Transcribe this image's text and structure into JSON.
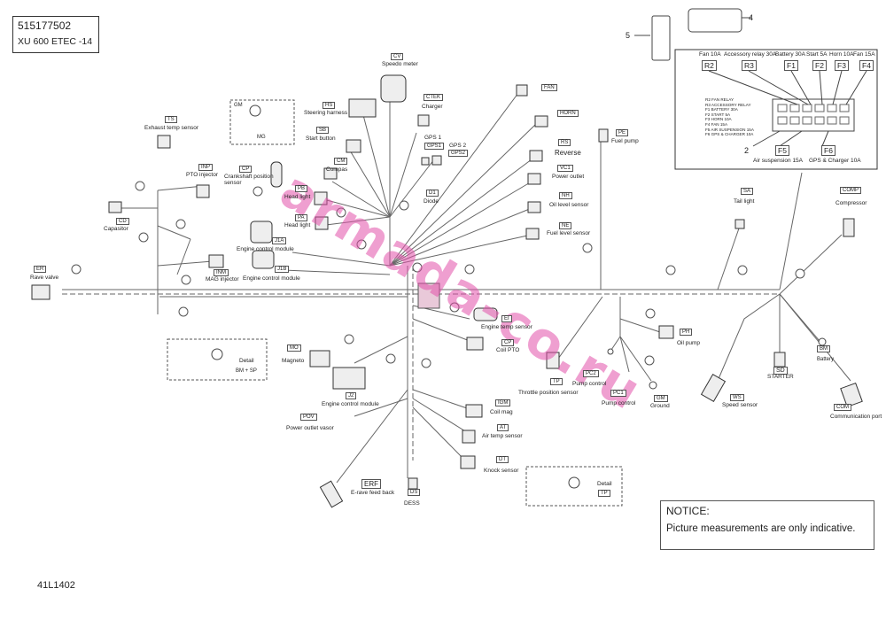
{
  "header": {
    "part_number": "515177502",
    "model": "XU 600 ETEC -14"
  },
  "footer_code": "41L1402",
  "watermark": "armada-co.ru",
  "callouts": {
    "c4": "4",
    "c5": "5",
    "c2": "2"
  },
  "fuse_box": {
    "top_labels": [
      "Fan 10A",
      "Accessory relay 30A",
      "Battery 30A",
      "Start 5A",
      "Horn 10A",
      "Fan 15A"
    ],
    "slot_codes": [
      "R2",
      "R3",
      "F1",
      "F2",
      "F3",
      "F4"
    ],
    "legend": [
      "R2 FAN RELAY",
      "R3 ACCESSORY RELAY",
      "F1 BATTERY 30A",
      "F2 START 5A",
      "F3 HORN 10A",
      "F4 FAN 15A",
      "F5 AIR SUSPENSION 15A",
      "F6 GPS & CHARGER 10A"
    ],
    "bottom_codes": [
      "F5",
      "F6"
    ],
    "bottom_labels": [
      "Air suspension 15A",
      "GPS & Charger 10A"
    ]
  },
  "components": {
    "ts": {
      "code": "TS",
      "label": "Exhaust temp sensor"
    },
    "inp": {
      "code": "INP",
      "label": "PTO injector"
    },
    "cd": {
      "code": "CD",
      "label": "Capasitor"
    },
    "cp": {
      "code": "CP",
      "label": "Crankshaft position sensor"
    },
    "er": {
      "code": "ER",
      "label": "Rave valve"
    },
    "inm": {
      "code": "INM",
      "label": "MAG injector"
    },
    "j1a": {
      "code": "J1A",
      "label": "Engine control module"
    },
    "j1b": {
      "code": "J1B",
      "label": "Engine control module"
    },
    "pb": {
      "code": "PB",
      "label": "Head light"
    },
    "pa": {
      "code": "PA",
      "label": "Head light"
    },
    "cm": {
      "code": "CM",
      "label": "Compas"
    },
    "sb": {
      "code": "SB",
      "label": "Start button"
    },
    "hs": {
      "code": "HS",
      "label": "Steering harness"
    },
    "cv": {
      "code": "CV",
      "label": "Speedo meter"
    },
    "ctek": {
      "code": "CTEK",
      "label": "Charger"
    },
    "gps1": {
      "code": "GPS1",
      "label": "GPS 1"
    },
    "gps2": {
      "code": "GPS2",
      "label": "GPS 2"
    },
    "fan": {
      "code": "FAN",
      "label": ""
    },
    "horn": {
      "code": "HORN",
      "label": ""
    },
    "rs": {
      "code": "RS",
      "label": "Reverse"
    },
    "vc1": {
      "code": "VC1",
      "label": "Power outlet"
    },
    "nh": {
      "code": "NH",
      "label": "Oil level sensor"
    },
    "ne": {
      "code": "NE",
      "label": "Fuel level sensor"
    },
    "d1": {
      "code": "D1",
      "label": "Diode"
    },
    "pe": {
      "code": "PE",
      "label": "Fuel pump"
    },
    "sa": {
      "code": "SA",
      "label": "Tail light"
    },
    "comp": {
      "code": "COMP",
      "label": "Compressor"
    },
    "ei": {
      "code": "EI",
      "label": "Engine temp sensor"
    },
    "cp2": {
      "code": "CP",
      "label": "Coil PTO"
    },
    "mo": {
      "code": "MO",
      "label": "Magneto"
    },
    "j2": {
      "code": "J2",
      "label": "Engine control module"
    },
    "pov": {
      "code": "POV",
      "label": "Power outlet vasor"
    },
    "erf": {
      "code": "ERF",
      "label": "E-rave feed back"
    },
    "ds": {
      "code": "DS",
      "label": "DESS"
    },
    "cm2": {
      "code": "IGM",
      "label": "Coil mag"
    },
    "at": {
      "code": "AT",
      "label": "Air temp sensor"
    },
    "dt": {
      "code": "DT",
      "label": "Knock sensor"
    },
    "tp": {
      "code": "TP",
      "label": "Throttle position sensor"
    },
    "pc2": {
      "code": "PC2",
      "label": "Pump control"
    },
    "pc1": {
      "code": "PC1",
      "label": "Pump control"
    },
    "gm": {
      "code": "GM",
      "label": "Ground"
    },
    "ph": {
      "code": "PH",
      "label": "Oil pump"
    },
    "ws": {
      "code": "WS",
      "label": "Speed sensor"
    },
    "sd": {
      "code": "SD",
      "label": "STARTER"
    },
    "bm": {
      "code": "BM",
      "label": "Battery"
    },
    "com": {
      "code": "COM",
      "label": "Communication port"
    }
  },
  "details": {
    "detail_label": "Detail",
    "tp_code": "TP",
    "ref_bm": "BM + SP",
    "ref_gm": "GM",
    "ref_mg": "MG"
  },
  "notice": {
    "title": "NOTICE:",
    "text": "Picture measurements are only indicative."
  },
  "colors": {
    "wire": "#555555",
    "box": "#333333",
    "watermark": "#e150aa"
  }
}
